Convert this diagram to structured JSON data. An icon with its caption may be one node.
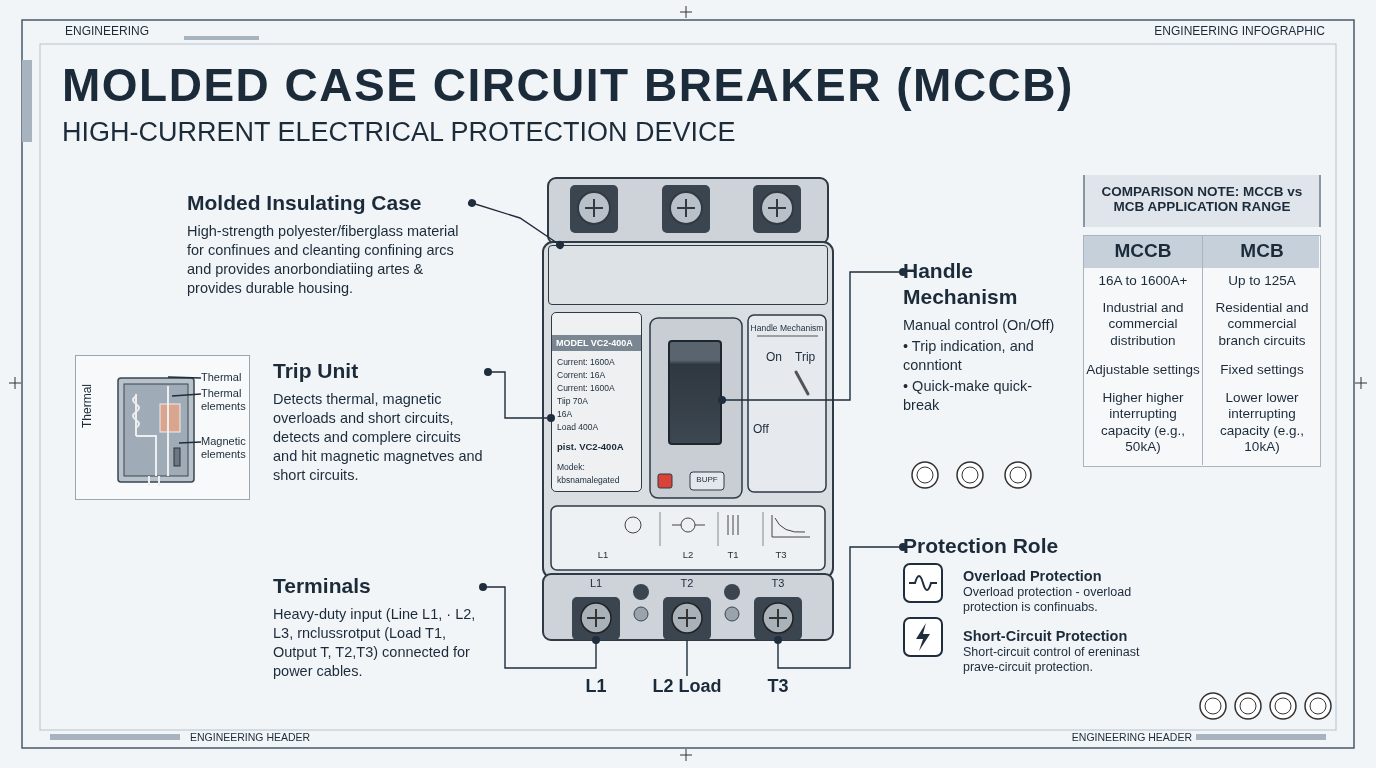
{
  "diagram": {
    "title": "MOLDED CASE CIRCUIT BREAKER (MCCB)",
    "nodes": [
      {
        "text": [
          "Molded Insulating Case",
          "High-strength polyester/fiberglass material for confinues and cleanting confining arcs and provides anorbondiatiing artes & provides durable housing."
        ]
      },
      {
        "text": [],
        "shape": "box"
      },
      {
        "text": [
          "Trip Unit",
          "Detects thermal, magnetic overloads and short circuits, detects and complere circuits and hit magnetic magnetves and short circuits."
        ]
      },
      {
        "text": [
          "MODEL VC2-400A",
          "Current: 1600A",
          "Corrent: 16A",
          "Current: 1600A",
          "Tiip 70A",
          "16A",
          "Load 400A",
          "pist. VC2-400A",
          "Modek: kbsnamalegated"
        ]
      },
      {
        "text": [
          "Handle Mechanism",
          "Manual control (On/Off)",
          "• Trip indication, and conntiont",
          "• Quick-make quick-break"
        ]
      },
      {
        "text": [],
        "shape": "box"
      },
      {
        "text": [
          "Terminals",
          "Heavy-duty input (Line L1, · L2, L3, rnclussrotput (Load T1, Output T, T2,T3) connected for power cables."
        ]
      },
      {
        "text": [],
        "shape": "box",
        "beside": [
          "L1"
        ]
      },
      {
        "text": [
          "L2 Load"
        ]
      },
      {
        "text": [],
        "shape": "box",
        "beside": [
          "T2"
        ]
      },
      {
        "text": [
          "Protection Role",
          "Overload Protection",
          "Overload protection - overload protection is confinuabs.",
          "Short-Circuit Protection",
          "Short-circuit control of ereninast prave-circuit protection."
        ]
      },
      {
        "text": [],
        "shape": "box",
        "beside": [
          "T3"
        ]
      },
      {
        "text": [
          "Thermal"
        ]
      },
      {
        "text": [
          "Thermal"
        ],
        "in": 12
      },
      {
        "text": [
          "Thermal elements"
        ],
        "in": 12
      },
      {
        "text": [
          "Magnetic elements"
        ],
        "in": 12
      },
      {
        "text": [
          "COMPARISON NOTE: MCCB vs MCB APPLICATION RANGE"
        ]
      }
    ],
    "edges": [
      {
        "from": 0,
        "to": 1,
        "arrow": "other"
      },
      {
        "from": 2,
        "to": 3,
        "arrow": "other"
      },
      {
        "from": 4,
        "to": 5,
        "arrow": "other"
      },
      {
        "from": 6,
        "to": 7,
        "arrow": "other"
      },
      {
        "from": 9,
        "to": 8,
        "arrow": "none"
      },
      {
        "from": 10,
        "to": 11,
        "arrow": "other"
      },
      {
        "from": 13,
        "to": null,
        "arrow": "none"
      },
      {
        "from": 14,
        "to": null,
        "arrow": "none"
      },
      {
        "from": 15,
        "to": null,
        "arrow": "none"
      }
    ],
    "labels": [
      "ENGINEERING",
      "ENGINEERING INFOGRAPHIC",
      "HIGH-CURRENT ELECTRICAL PROTECTION DEVICE",
      "MCCB",
      "MCB",
      "16A to 1600A+",
      "Up to 125A",
      "Industrial and commercial distribution",
      "Residential and commercial branch circuits",
      "Adjustable settings",
      "Fixed settings",
      "Higher higher interrupting capacity (e.g., 50kA)",
      "Lower lower interrupting capacity (e.g., 10kA)",
      "Handle Mechanism",
      "On",
      "Trip",
      "Off",
      "BUPF",
      "L1",
      "L2",
      "T1",
      "T3",
      "L1",
      "T3",
      "ENGINEERING HEADER",
      "ENGINEERING HEADER"
    ]
  }
}
